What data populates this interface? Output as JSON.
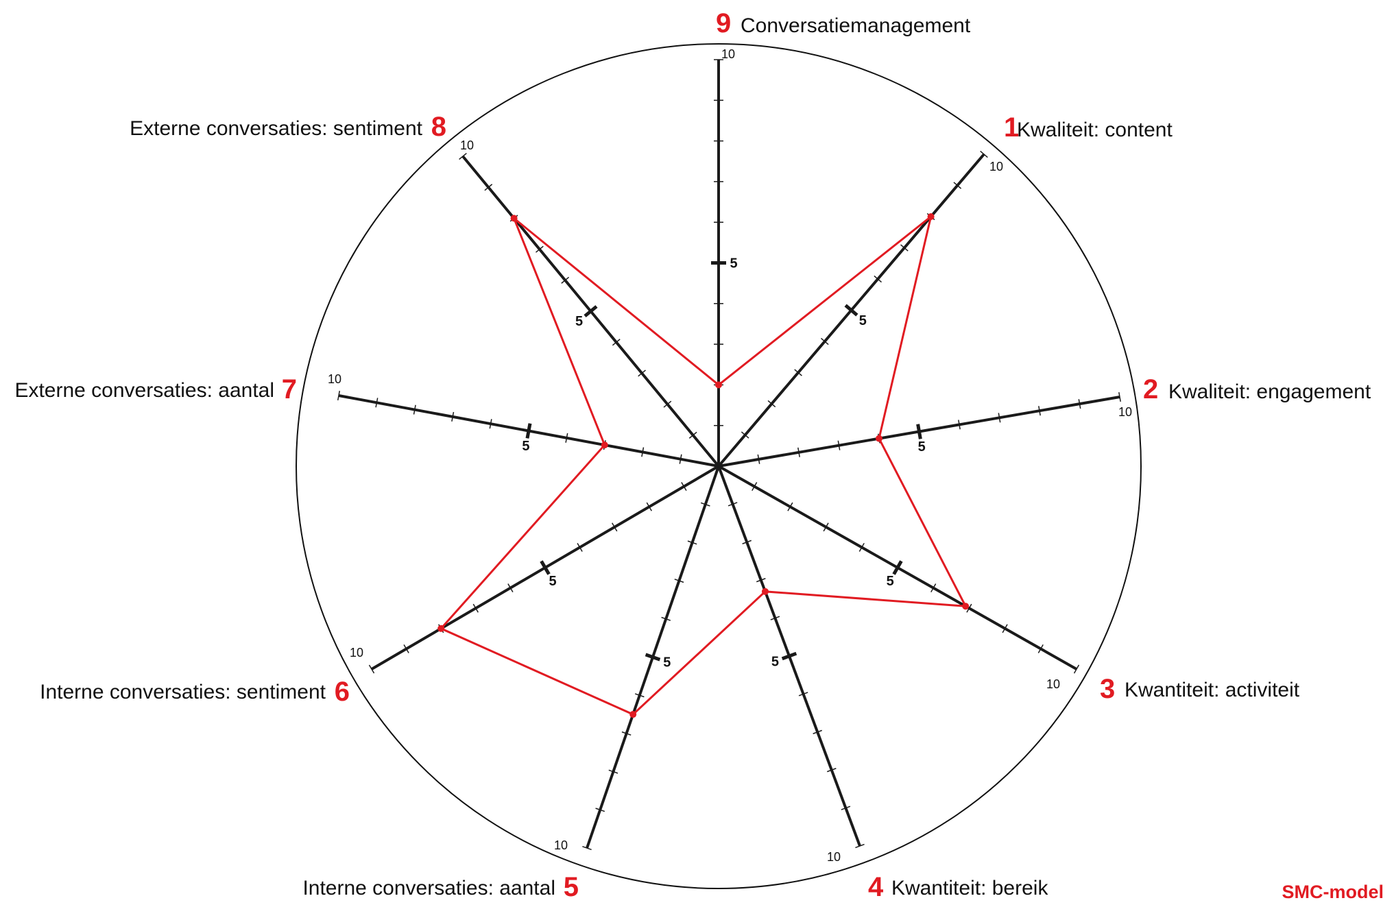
{
  "chart_data": {
    "type": "radar",
    "scale": {
      "min": 0,
      "max": 10,
      "marked_tick": "5",
      "end_tick": "10"
    },
    "axes": [
      {
        "number": "1",
        "label": "Kwaliteit: content",
        "value": 8.0
      },
      {
        "number": "2",
        "label": "Kwaliteit: engagement",
        "value": 4.0
      },
      {
        "number": "3",
        "label": "Kwantiteit: activiteit",
        "value": 6.9
      },
      {
        "number": "4",
        "label": "Kwantiteit: bereik",
        "value": 3.3
      },
      {
        "number": "5",
        "label": "Interne conversaties: aantal",
        "value": 6.5
      },
      {
        "number": "6",
        "label": "Interne conversaties: sentiment",
        "value": 8.0
      },
      {
        "number": "7",
        "label": "Externe conversaties: aantal",
        "value": 3.0
      },
      {
        "number": "8",
        "label": "Externe conversaties: sentiment",
        "value": 8.0
      },
      {
        "number": "9",
        "label": "Conversatiemanagement",
        "value": 2.0
      }
    ],
    "colors": {
      "axis": "#1a1a1a",
      "data": "#e11b22",
      "circle": "#111111"
    }
  },
  "brand": "SMC-model"
}
